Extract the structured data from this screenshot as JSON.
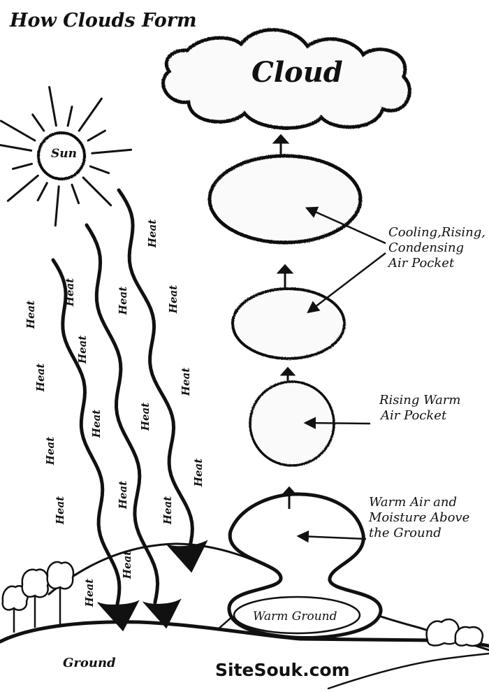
{
  "title": "How Clouds Form",
  "labels": {
    "cloud": "Cloud",
    "sun": "Sun",
    "cooling_pocket": [
      "Cooling,Rising,",
      "Condensing",
      "Air Pocket"
    ],
    "rising_pocket": [
      "Rising Warm",
      "Air Pocket"
    ],
    "warm_air": [
      "Warm Air and",
      "Moisture Above",
      "the Ground"
    ],
    "warm_ground": "Warm Ground",
    "ground": "Ground",
    "heat": "Heat"
  },
  "credit": "SiteSouk.com",
  "colors": {
    "ink": "#111111",
    "paper": "#ffffff"
  }
}
